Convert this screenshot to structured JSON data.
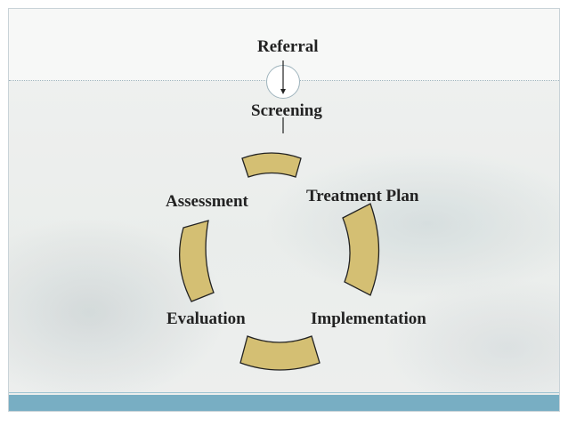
{
  "diagram": {
    "referral": "Referral",
    "screening": "Screening",
    "assessment": "Assessment",
    "treatment_plan": "Treatment Plan",
    "implementation": "Implementation",
    "evaluation": "Evaluation"
  },
  "colors": {
    "segment_fill": "#d4bf73",
    "segment_stroke": "#222222",
    "bottom_bar": "#78aec3"
  }
}
